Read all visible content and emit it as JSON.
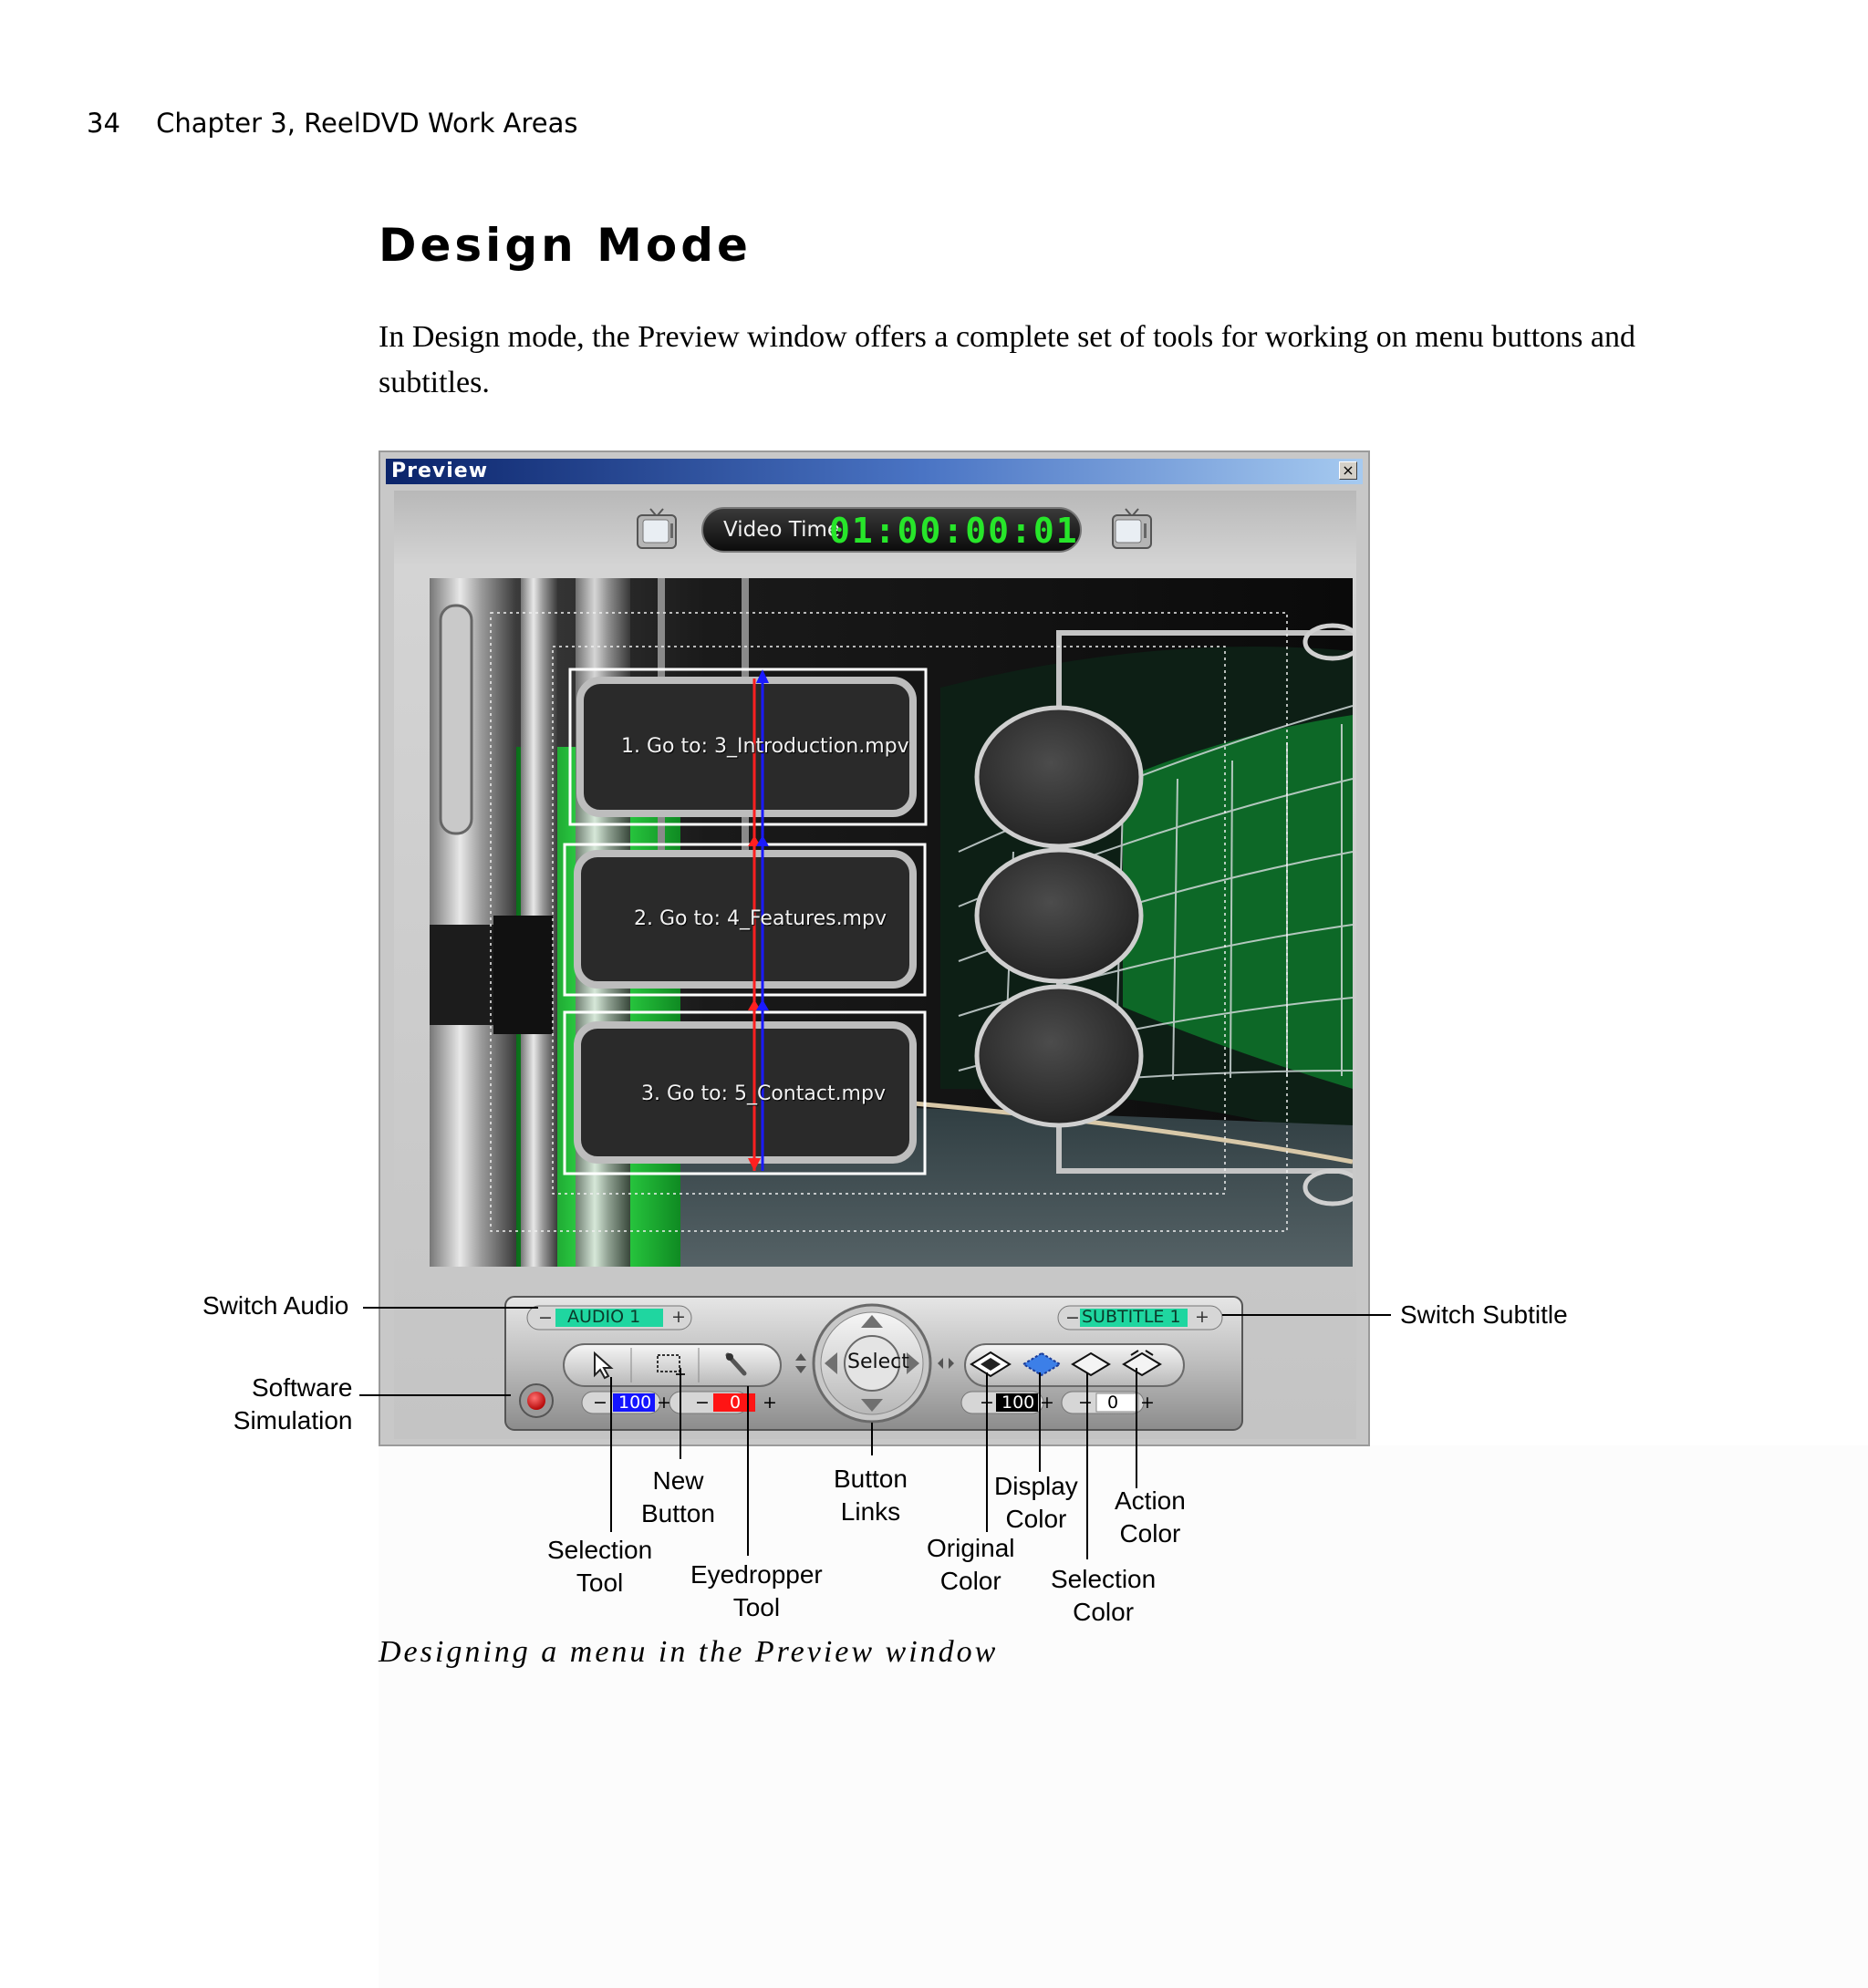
{
  "header": {
    "page_number": "34",
    "chapter": "Chapter 3, ReelDVD Work Areas"
  },
  "section": {
    "title": "Design Mode",
    "intro": "In Design mode, the Preview window offers a complete set of tools for working on menu buttons and subtitles."
  },
  "preview": {
    "title": "Preview",
    "close_glyph": "×",
    "video_time_label": "Video Time",
    "video_time": "01:00:00:01",
    "menu_buttons": [
      "1. Go to: 3_Introduction.mpv",
      "2. Go to: 4_Features.mpv",
      "3. Go to: 5_Contact.mpv"
    ],
    "controller": {
      "audio_label": "AUDIO 1",
      "subtitle_label": "SUBTITLE 1",
      "select_label": "Select",
      "minus": "−",
      "plus": "+",
      "stepper_values": [
        "100",
        "0",
        "100",
        "0"
      ],
      "colors": {
        "audio_bg": "#1fd6a0",
        "blue_value": "#1414ff",
        "red_value": "#ff1414",
        "black_value": "#000000"
      }
    }
  },
  "callouts": {
    "switch_audio": "Switch Audio",
    "software_simulation": [
      "Software",
      "Simulation"
    ],
    "switch_subtitle": "Switch Subtitle",
    "new_button": [
      "New",
      "Button"
    ],
    "button_links": [
      "Button",
      "Links"
    ],
    "display_color": [
      "Display",
      "Color"
    ],
    "action_color": [
      "Action",
      "Color"
    ],
    "selection_tool": [
      "Selection",
      "Tool"
    ],
    "eyedropper_tool": [
      "Eyedropper",
      "Tool"
    ],
    "original_color": [
      "Original",
      "Color"
    ],
    "selection_color": [
      "Selection",
      "Color"
    ]
  },
  "caption": "Designing a menu in the Preview window"
}
